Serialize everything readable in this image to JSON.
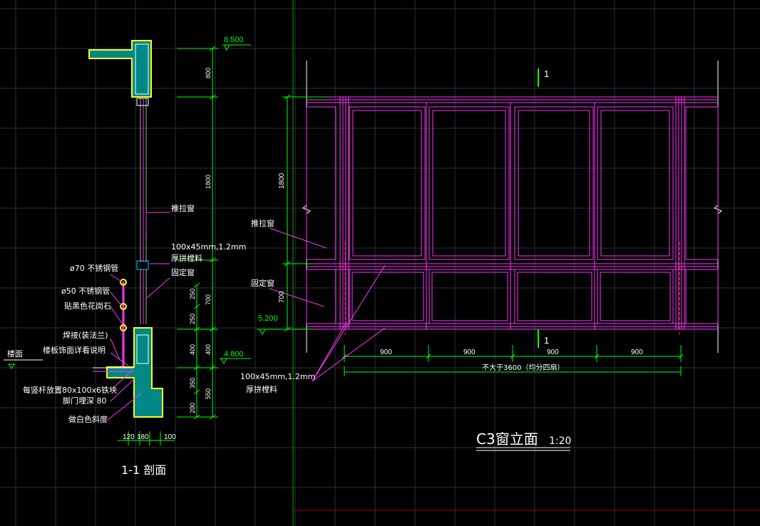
{
  "colors": {
    "background": "#000000",
    "grid": "#2a2f3a",
    "window_frame": "#ff33ff",
    "dimension": "#00ff00",
    "wall_fill": "#00cccc",
    "wall_outline": "#ffff00",
    "leader": "#ff33ff",
    "text": "#ffffff"
  },
  "section": {
    "title": "1-1 剖面",
    "elevation_top": "8.500",
    "elevation_mid": "4.800",
    "floor_label": "楼面",
    "dims_vertical": [
      "800",
      "1800",
      "700",
      "400",
      "550",
      "250",
      "250",
      "400",
      "350",
      "200"
    ],
    "dims_bottom": [
      "120",
      "180",
      "100"
    ],
    "labels": {
      "sliding_window": "推拉窗",
      "mullion_size": "100x45mm,1.2mm",
      "mullion_name": "厚拼樘料",
      "fixed_window": "固定窗",
      "pipe70": "ø70 不锈钢管",
      "pipe50": "ø50 不锈钢管",
      "granite": "贴黑色花岗石",
      "weld": "焊接(装法兰)",
      "floor_finish": "楼板饰面详看说明",
      "iron_block": "每竖杆放置80x100x6铁块",
      "sill": "脚门埋深 80",
      "drip": "做白色斜度"
    }
  },
  "elevation": {
    "title": "C3窗立面",
    "scale": "1:20",
    "section_mark": "1",
    "elevation_mark": "5.200",
    "dim_left_upper": "1800",
    "dim_left_lower": "700",
    "panel_widths": [
      "900",
      "900",
      "900",
      "900"
    ],
    "total_label": "不大于3600（均分四扇）",
    "labels": {
      "sliding_window": "推拉窗",
      "fixed_window": "固定窗",
      "mullion_size": "100x45mm,1.2mm",
      "mullion_name": "厚拼樘料"
    }
  }
}
